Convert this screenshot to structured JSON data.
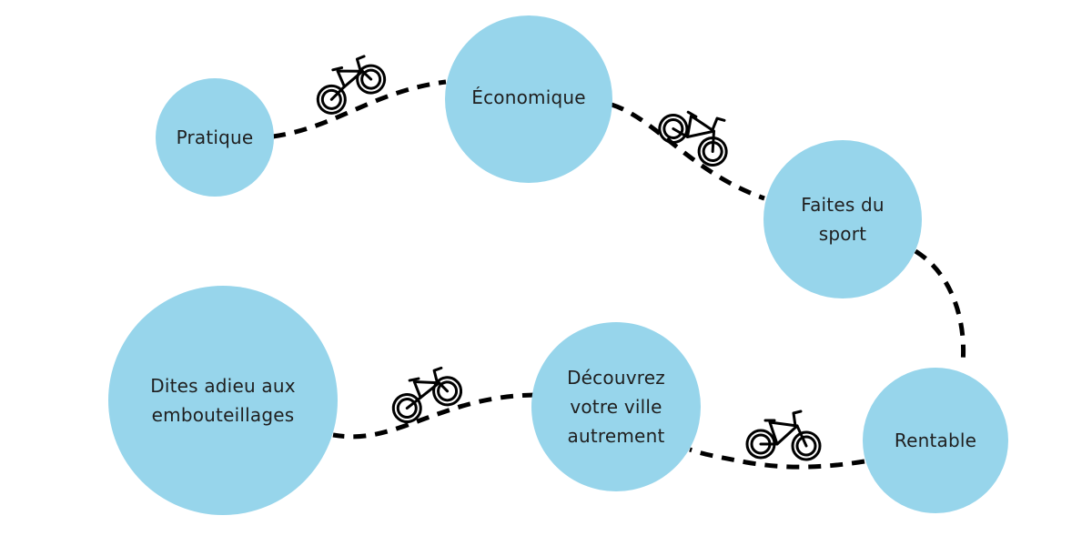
{
  "colors": {
    "bubble": "#97d5eb",
    "path": "#000000",
    "text": "#1f1f1f",
    "background": "#ffffff"
  },
  "nodes": {
    "pratique": "Pratique",
    "economique": "Économique",
    "sport": "Faites du sport",
    "rentable": "Rentable",
    "decouvrez": "Découvrez votre ville autrement",
    "embouteillages": "Dites adieu aux embouteillages"
  },
  "icons": [
    "bicycle-icon",
    "bicycle-icon",
    "bicycle-icon",
    "bicycle-icon"
  ]
}
